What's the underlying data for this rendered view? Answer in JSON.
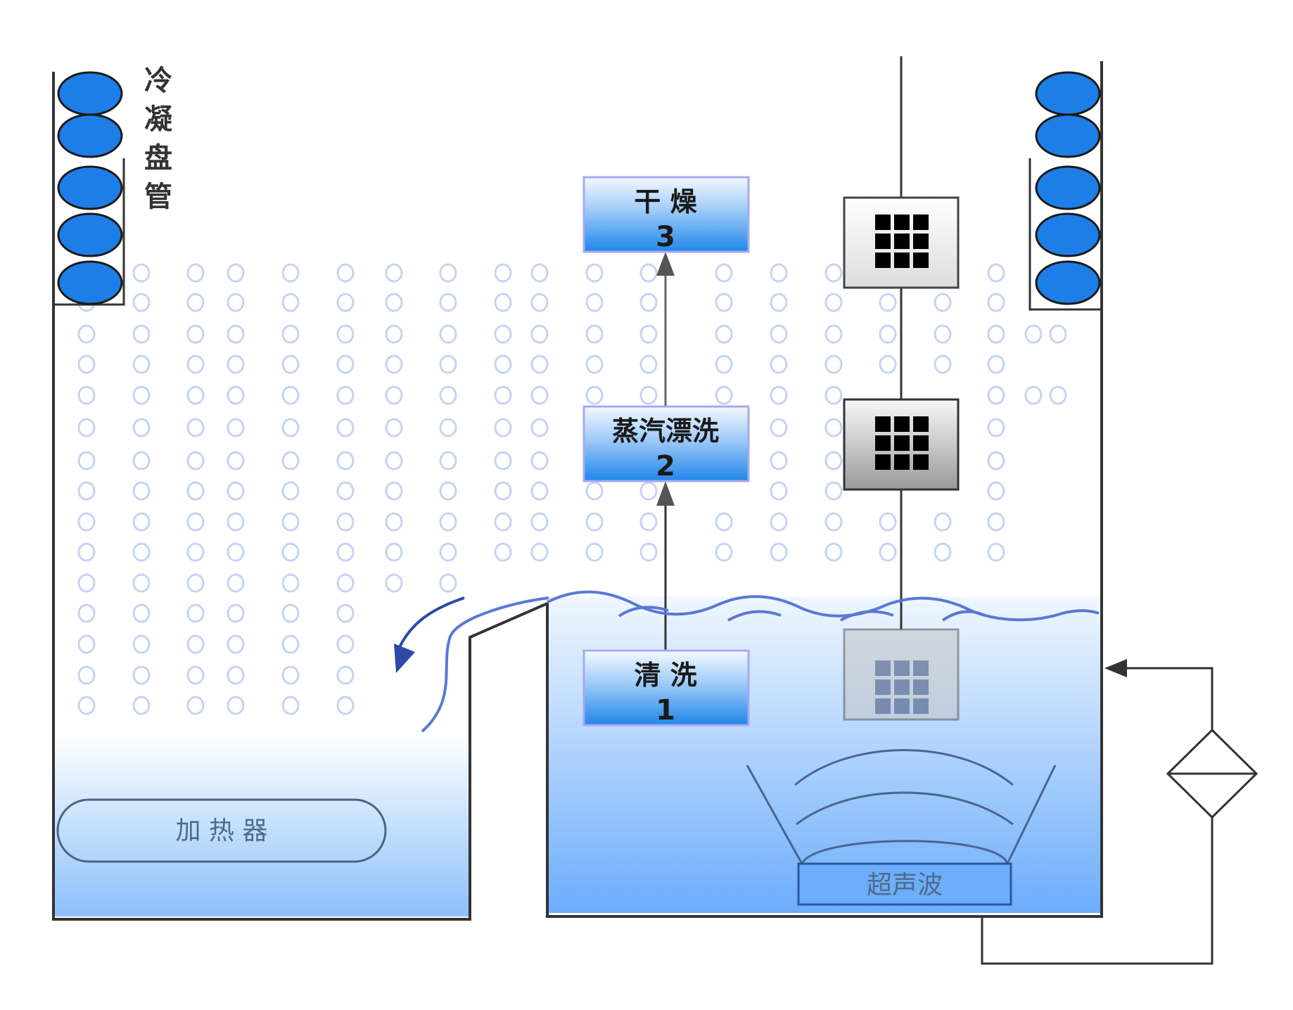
{
  "condenser_label": [
    "冷",
    "凝",
    "盘",
    "管"
  ],
  "stages": [
    {
      "title": "干 燥",
      "number": "3"
    },
    {
      "title": "蒸汽漂洗",
      "number": "2"
    },
    {
      "title": "清  洗",
      "number": "1"
    }
  ],
  "heater_label": "加 热 器",
  "ultrasonic_label": "超声波",
  "colors": {
    "coil": "#1e7ee8",
    "liquid_top": "#e6f1ff",
    "liquid_bottom": "#6cadfb",
    "vapor_bubble": "#c7d3f4",
    "wave": "#5a78d6",
    "stage_top": "#f2f8ff",
    "stage_bottom": "#1f86ea",
    "tank_line": "#333333"
  }
}
